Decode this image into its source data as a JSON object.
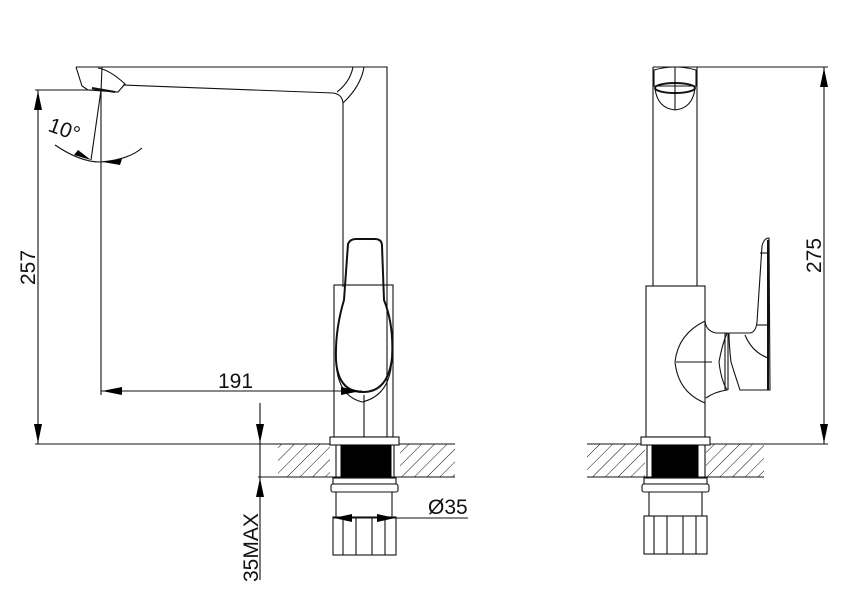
{
  "drawing": {
    "title": "Kitchen faucet dimension drawing",
    "views": [
      "front",
      "side"
    ],
    "colors": {
      "line": "#111111",
      "background": "#ffffff",
      "fill": "#000000"
    }
  },
  "dimensions": {
    "angle": "10°",
    "height_front": "257",
    "reach": "191",
    "height_side": "275",
    "thread_diameter": "Ø35",
    "max_counter_thickness": "35MAX"
  }
}
